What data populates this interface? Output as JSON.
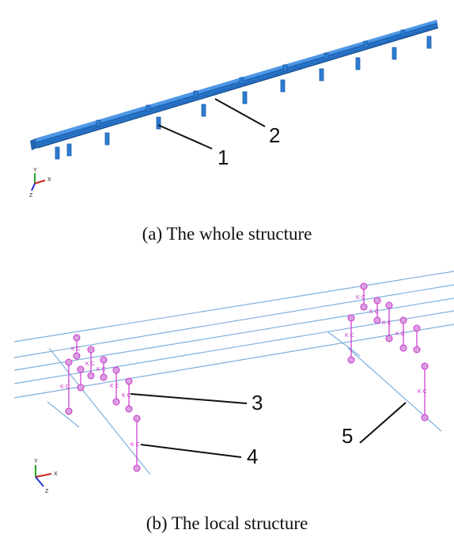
{
  "figure_a": {
    "caption": "(a) The whole structure",
    "callouts": [
      "1",
      "2"
    ],
    "triad_labels": {
      "y": "Y",
      "x": "X",
      "z": "Z"
    },
    "beam_color": "#2f7fd6"
  },
  "figure_b": {
    "caption": "(b) The local structure",
    "callouts": [
      "3",
      "4",
      "5"
    ],
    "spring_label": "K C",
    "triad_labels": {
      "y": "Y",
      "x": "X",
      "z": "Z"
    },
    "wire_color": "#7fb0dd",
    "node_color": "#cc33cc"
  }
}
